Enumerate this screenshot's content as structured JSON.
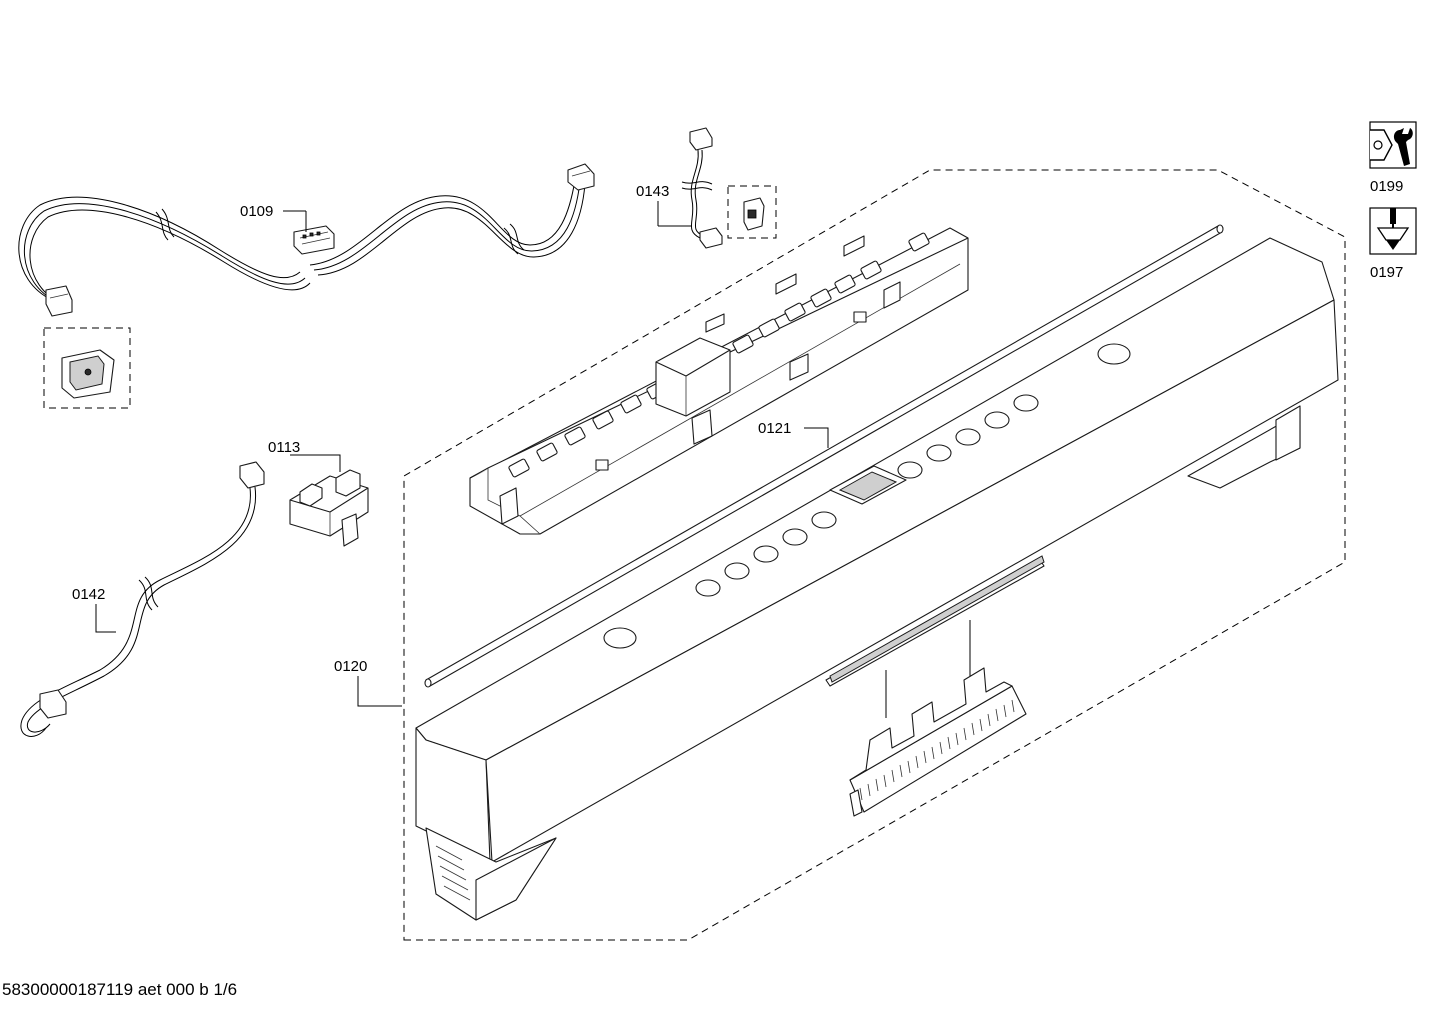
{
  "parts": {
    "p0109": "0109",
    "p0143": "0143",
    "p0113": "0113",
    "p0121": "0121",
    "p0142": "0142",
    "p0120": "0120"
  },
  "tools": {
    "t0199": "0199",
    "t0197": "0197"
  },
  "footer": "58300000187119 aet 000 b 1/6",
  "icons": [
    "wrench-nut-icon",
    "screwdriver-icon"
  ]
}
